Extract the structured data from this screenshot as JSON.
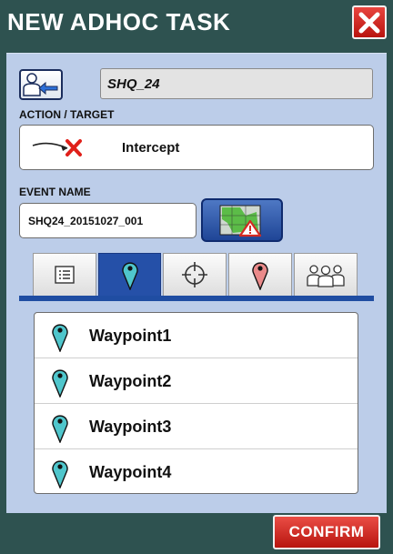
{
  "window": {
    "title": "NEW ADHOC TASK",
    "close_icon": "close-icon"
  },
  "target": {
    "back_icon": "user-arrow-icon",
    "value": "SHQ_24"
  },
  "action": {
    "label": "ACTION / TARGET",
    "icon": "intercept-arrow-icon",
    "value": "Intercept"
  },
  "event": {
    "label": "EVENT NAME",
    "value": "SHQ24_20151027_001",
    "map_icon": "map-alert-icon"
  },
  "tabs": [
    {
      "icon": "list-icon",
      "active": false
    },
    {
      "icon": "waypoint-pin-icon",
      "active": true
    },
    {
      "icon": "crosshair-icon",
      "active": false
    },
    {
      "icon": "red-pin-icon",
      "active": false
    },
    {
      "icon": "group-icon",
      "active": false
    }
  ],
  "waypoints": [
    {
      "label": "Waypoint1",
      "icon": "waypoint-pin-icon"
    },
    {
      "label": "Waypoint2",
      "icon": "waypoint-pin-icon"
    },
    {
      "label": "Waypoint3",
      "icon": "waypoint-pin-icon"
    },
    {
      "label": "Waypoint4",
      "icon": "waypoint-pin-icon"
    }
  ],
  "footer": {
    "confirm_label": "CONFIRM"
  },
  "colors": {
    "background": "#2e5250",
    "panel": "#bccde9",
    "accent_blue": "#2550a8",
    "danger_red": "#d42a22",
    "pin_cyan": "#4fc6cc"
  }
}
